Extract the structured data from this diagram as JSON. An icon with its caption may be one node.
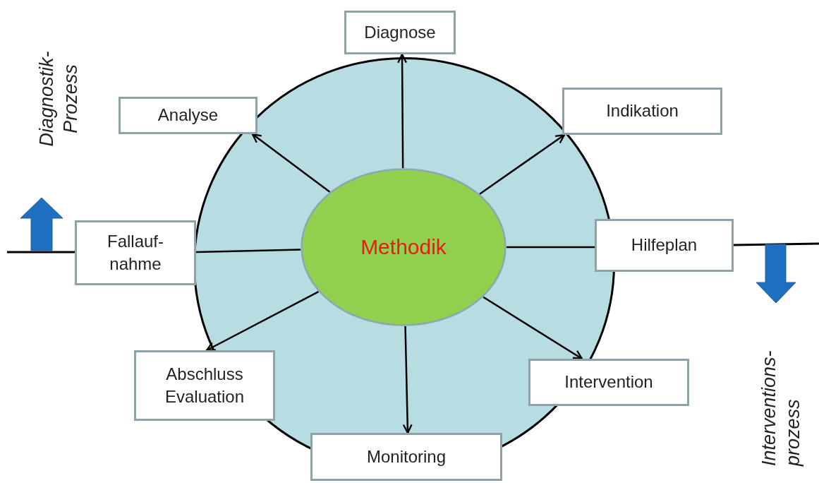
{
  "diagram": {
    "nodes": [
      {
        "text": [],
        "shape": "circle"
      },
      {
        "text": [
          "Methodik"
        ],
        "in": 0
      },
      {
        "text": [
          "Diagnose"
        ]
      },
      {
        "text": [
          "Analyse"
        ]
      },
      {
        "text": [
          "Indikation"
        ]
      },
      {
        "text": [
          "Fallauf- nahme"
        ]
      },
      {
        "text": [
          "Hilfeplan"
        ]
      },
      {
        "text": [
          "Abschluss Evaluation"
        ]
      },
      {
        "text": [
          "Intervention"
        ]
      },
      {
        "text": [
          "Monitoring"
        ]
      }
    ],
    "edges": [
      {
        "from": 1,
        "to": 2,
        "arrow": "to"
      },
      {
        "from": 1,
        "to": 3,
        "arrow": "to"
      },
      {
        "from": 1,
        "to": 4,
        "arrow": "to"
      },
      {
        "from": 1,
        "to": 5,
        "arrow": "none"
      },
      {
        "from": 1,
        "to": 6,
        "arrow": "none"
      },
      {
        "from": 1,
        "to": 7,
        "arrow": "to"
      },
      {
        "from": 1,
        "to": 8,
        "arrow": "to"
      },
      {
        "from": 1,
        "to": 9,
        "arrow": "to"
      }
    ],
    "labels": [
      "Diagnostik- Prozess",
      "Interventions- prozess"
    ]
  }
}
